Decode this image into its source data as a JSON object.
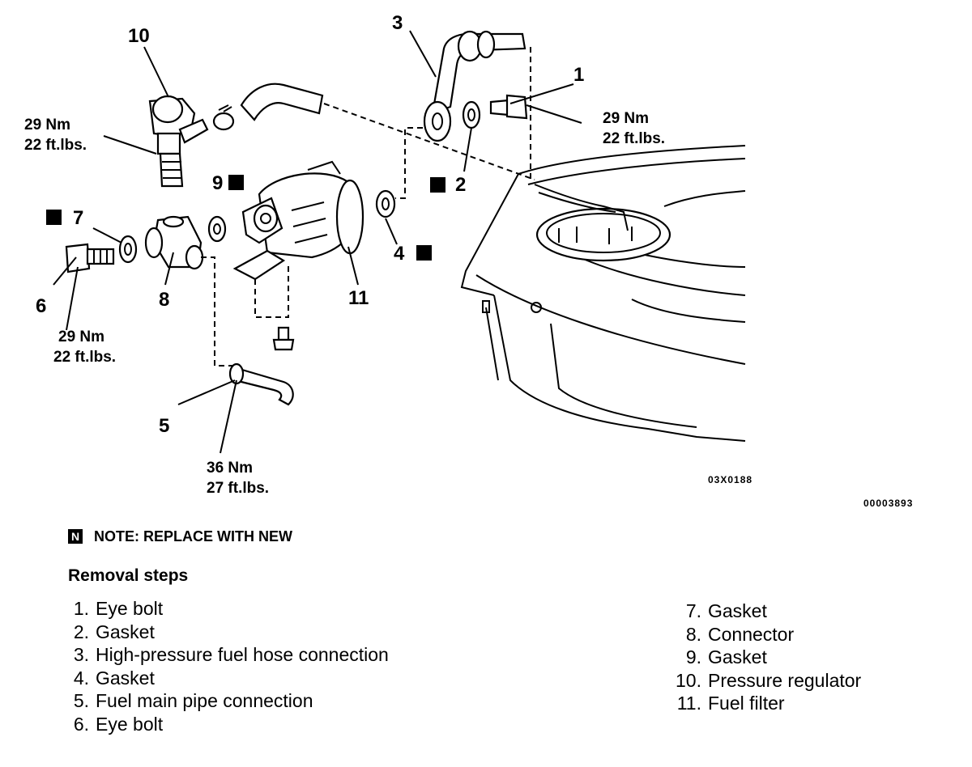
{
  "callouts": {
    "c1": "1",
    "c2": "2",
    "c3": "3",
    "c4": "4",
    "c5": "5",
    "c6": "6",
    "c7": "7",
    "c8": "8",
    "c9": "9",
    "c10": "10",
    "c11": "11"
  },
  "torques": {
    "t_regulator": [
      "29 Nm",
      "22 ft.lbs."
    ],
    "t_eye_bolt_1": [
      "29 Nm",
      "22 ft.lbs."
    ],
    "t_eye_bolt_6": [
      "29 Nm",
      "22 ft.lbs."
    ],
    "t_main_pipe": [
      "36 Nm",
      "27 ft.lbs."
    ]
  },
  "badge_letter": "N",
  "figure_codes": {
    "code_a": "03X0188",
    "code_b": "00003893"
  },
  "note": "NOTE:  REPLACE WITH NEW",
  "steps_title": "Removal steps",
  "steps_left": [
    {
      "n": "1.",
      "text": "Eye bolt"
    },
    {
      "n": "2.",
      "text": "Gasket"
    },
    {
      "n": "3.",
      "text": "High-pressure fuel hose connection"
    },
    {
      "n": "4.",
      "text": "Gasket"
    },
    {
      "n": "5.",
      "text": "Fuel main pipe connection"
    },
    {
      "n": "6.",
      "text": "Eye bolt"
    }
  ],
  "steps_right": [
    {
      "n": "7.",
      "text": "Gasket"
    },
    {
      "n": "8.",
      "text": "Connector"
    },
    {
      "n": "9.",
      "text": "Gasket"
    },
    {
      "n": "10.",
      "text": "Pressure regulator"
    },
    {
      "n": "11.",
      "text": "Fuel filter"
    }
  ]
}
